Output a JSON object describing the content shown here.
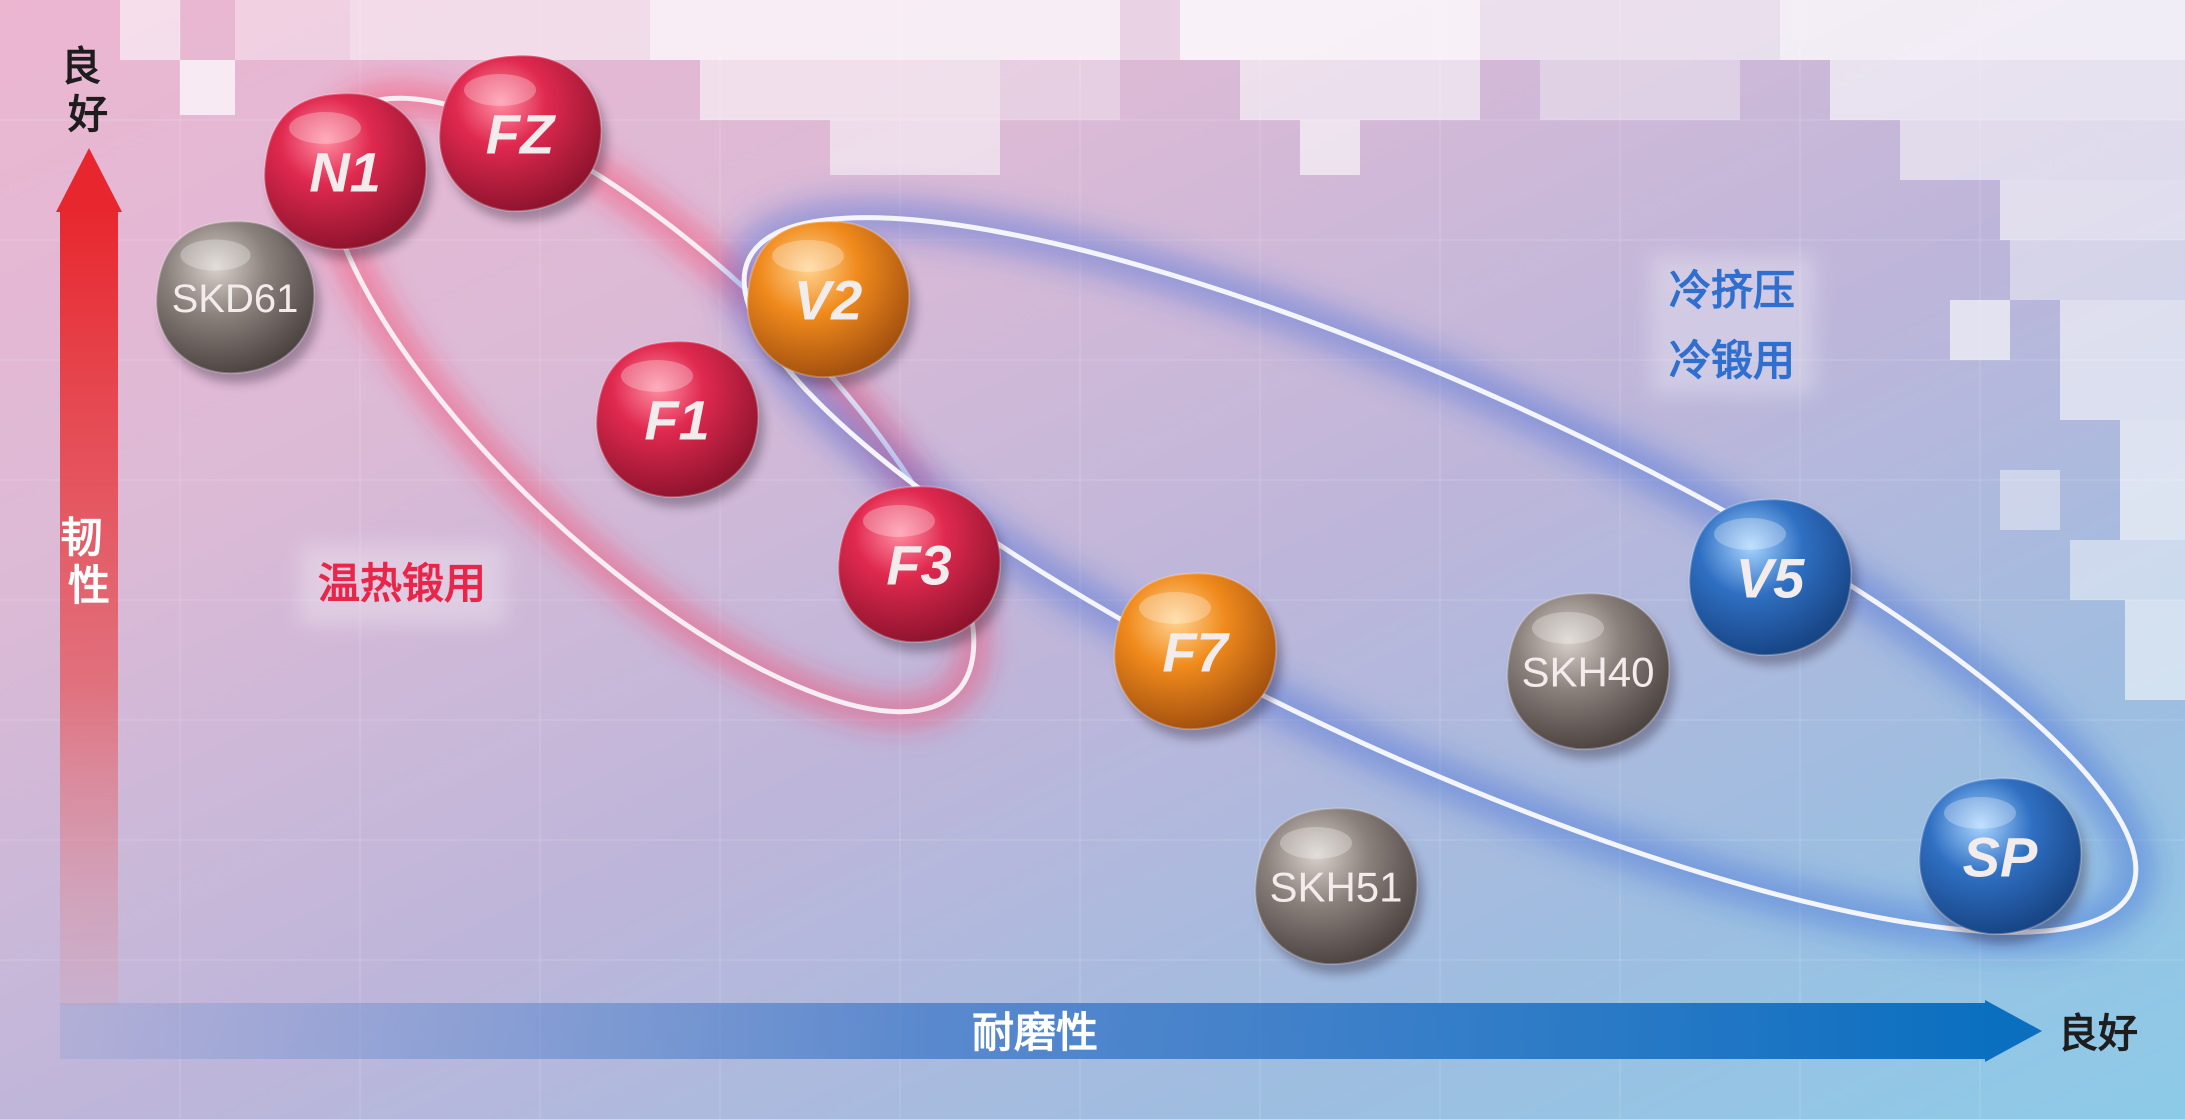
{
  "axes": {
    "y_top_label": "良好",
    "y_label": "韧性",
    "x_label": "耐磨性",
    "x_end_label": "良好"
  },
  "groups": {
    "hot": {
      "label": "温热锻用",
      "color": "#e8264a"
    },
    "cold": {
      "label_line1": "冷挤压",
      "label_line2": "冷锻用",
      "color": "#2a66c8"
    }
  },
  "materials": [
    {
      "id": "skd61",
      "label": "SKD61",
      "kind": "gray"
    },
    {
      "id": "n1",
      "label": "N1",
      "kind": "red"
    },
    {
      "id": "fz",
      "label": "FZ",
      "kind": "red"
    },
    {
      "id": "v2",
      "label": "V2",
      "kind": "orange"
    },
    {
      "id": "f1",
      "label": "F1",
      "kind": "red"
    },
    {
      "id": "f3",
      "label": "F3",
      "kind": "red"
    },
    {
      "id": "f7",
      "label": "F7",
      "kind": "orange"
    },
    {
      "id": "skh40",
      "label": "SKH40",
      "kind": "gray"
    },
    {
      "id": "v5",
      "label": "V5",
      "kind": "blue"
    },
    {
      "id": "skh51",
      "label": "SKH51",
      "kind": "gray"
    },
    {
      "id": "sp",
      "label": "SP",
      "kind": "blue"
    }
  ],
  "colors": {
    "red": "#d2214b",
    "orange": "#ee8a1e",
    "blue": "#2f6fc0",
    "gray": "#8c8380",
    "y_arrow": "#e0282f",
    "x_arrow": "#1f74c4"
  }
}
